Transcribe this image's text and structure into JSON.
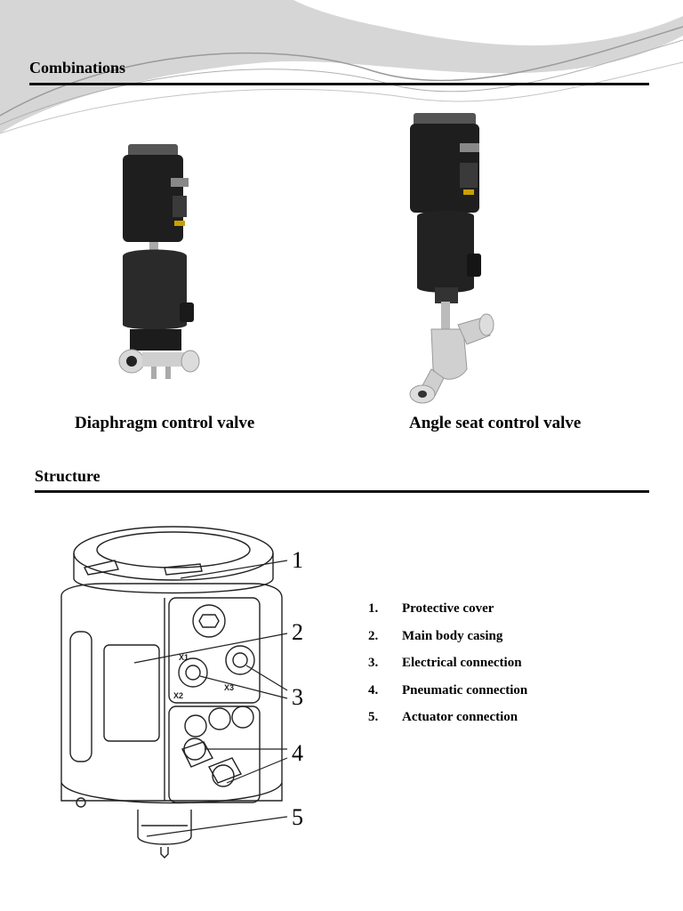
{
  "combinations": {
    "title": "Combinations",
    "products": [
      {
        "caption": "Diaphragm control valve"
      },
      {
        "caption": "Angle seat control valve"
      }
    ]
  },
  "structure": {
    "title": "Structure",
    "callouts": [
      "1",
      "2",
      "3",
      "4",
      "5"
    ],
    "port_labels": [
      "X1",
      "X2",
      "X3"
    ],
    "legend": [
      {
        "num": "1.",
        "label": "Protective cover"
      },
      {
        "num": "2.",
        "label": "Main body casing"
      },
      {
        "num": "3.",
        "label": "Electrical connection"
      },
      {
        "num": "4.",
        "label": "Pneumatic connection"
      },
      {
        "num": "5.",
        "label": "Actuator connection"
      }
    ]
  }
}
